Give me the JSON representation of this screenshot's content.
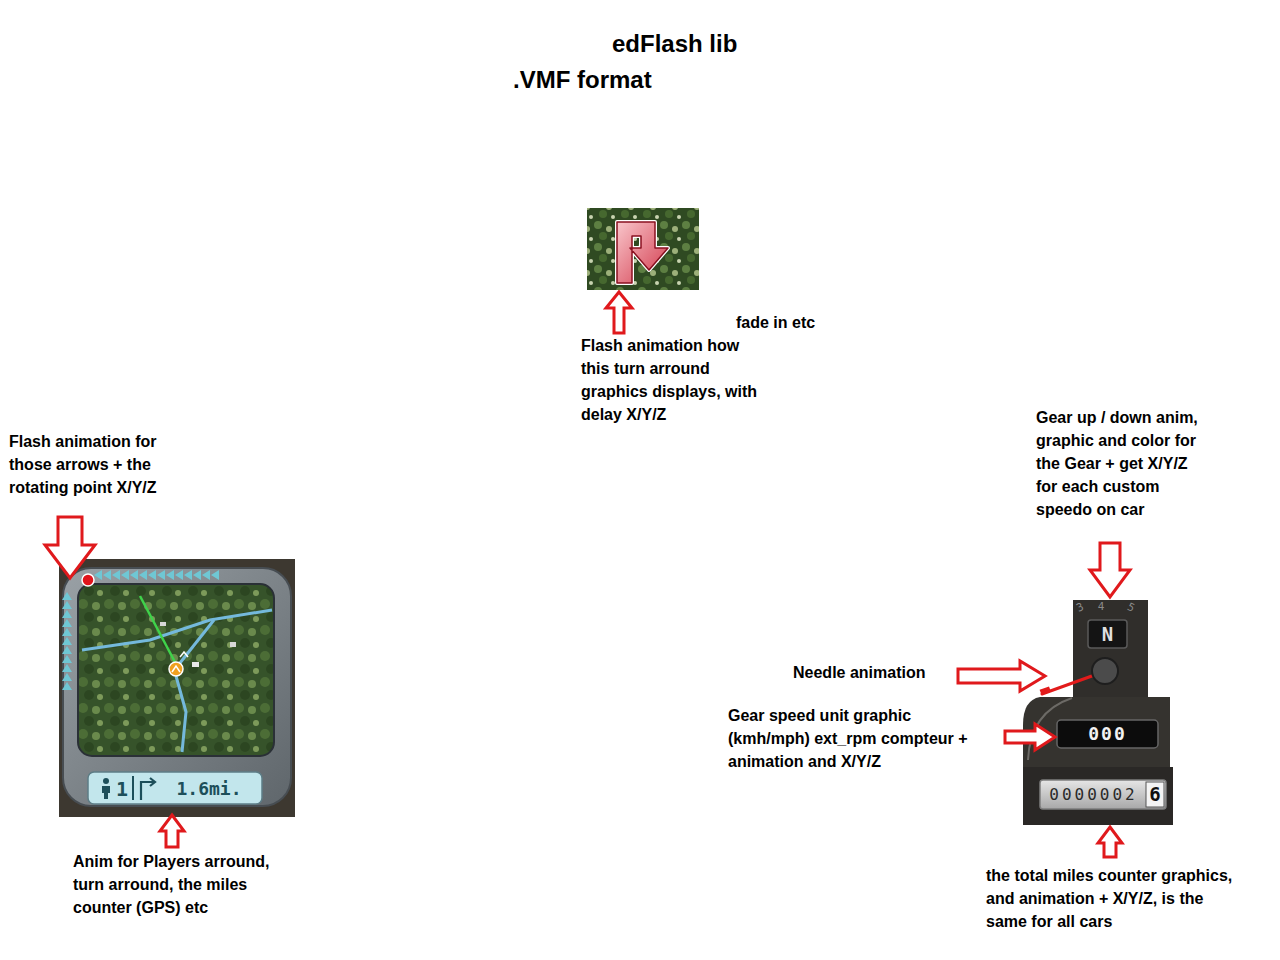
{
  "diagram": {
    "title": "edFlash lib",
    "labels": [
      ".VMF format",
      "fade in etc",
      "Flash animation how this turn arround graphics displays, with delay X/Y/Z",
      "Flash animation for those arrows + the rotating point X/Y/Z",
      "Gear up / down anim, graphic and color for the Gear + get X/Y/Z for each custom speedo on car",
      "Needle animation",
      "Gear speed unit graphic (kmh/mph) ext_rpm compteur + animation and X/Y/Z",
      "Anim for Players arround, turn arround, the miles counter (GPS) etc",
      "the total miles counter graphics, and animation + X/Y/Z, is the same for all cars",
      "1",
      "1.6mi.",
      "3",
      "4",
      "5",
      "N",
      "000",
      "0000002",
      "6"
    ]
  }
}
